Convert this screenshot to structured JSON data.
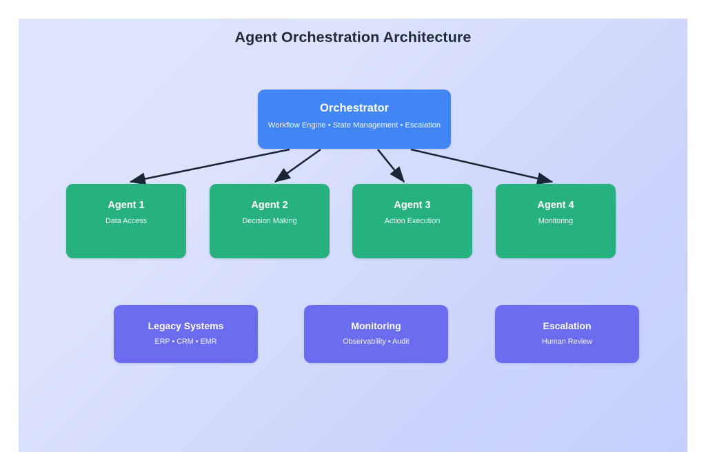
{
  "title": "Agent Orchestration Architecture",
  "colors": {
    "background_start": "#dfe4fc",
    "background_end": "#c6cffc",
    "orchestrator": "#4285f4",
    "agent": "#27b17e",
    "support": "#6c6cf0",
    "arrow": "#1c2536",
    "title_text": "#222b3d",
    "node_text": "#ffffff"
  },
  "orchestrator": {
    "title": "Orchestrator",
    "subtitle": "Workflow Engine • State Management • Escalation"
  },
  "agents": [
    {
      "title": "Agent 1",
      "subtitle": "Data Access"
    },
    {
      "title": "Agent 2",
      "subtitle": "Decision Making"
    },
    {
      "title": "Agent 3",
      "subtitle": "Action Execution"
    },
    {
      "title": "Agent 4",
      "subtitle": "Monitoring"
    }
  ],
  "support": [
    {
      "title": "Legacy Systems",
      "subtitle": "ERP • CRM • EMR"
    },
    {
      "title": "Monitoring",
      "subtitle": "Observability • Audit"
    },
    {
      "title": "Escalation",
      "subtitle": "Human Review"
    }
  ],
  "connections": [
    {
      "from": "Orchestrator",
      "to": "Agent 1"
    },
    {
      "from": "Orchestrator",
      "to": "Agent 2"
    },
    {
      "from": "Orchestrator",
      "to": "Agent 3"
    },
    {
      "from": "Orchestrator",
      "to": "Agent 4"
    }
  ]
}
